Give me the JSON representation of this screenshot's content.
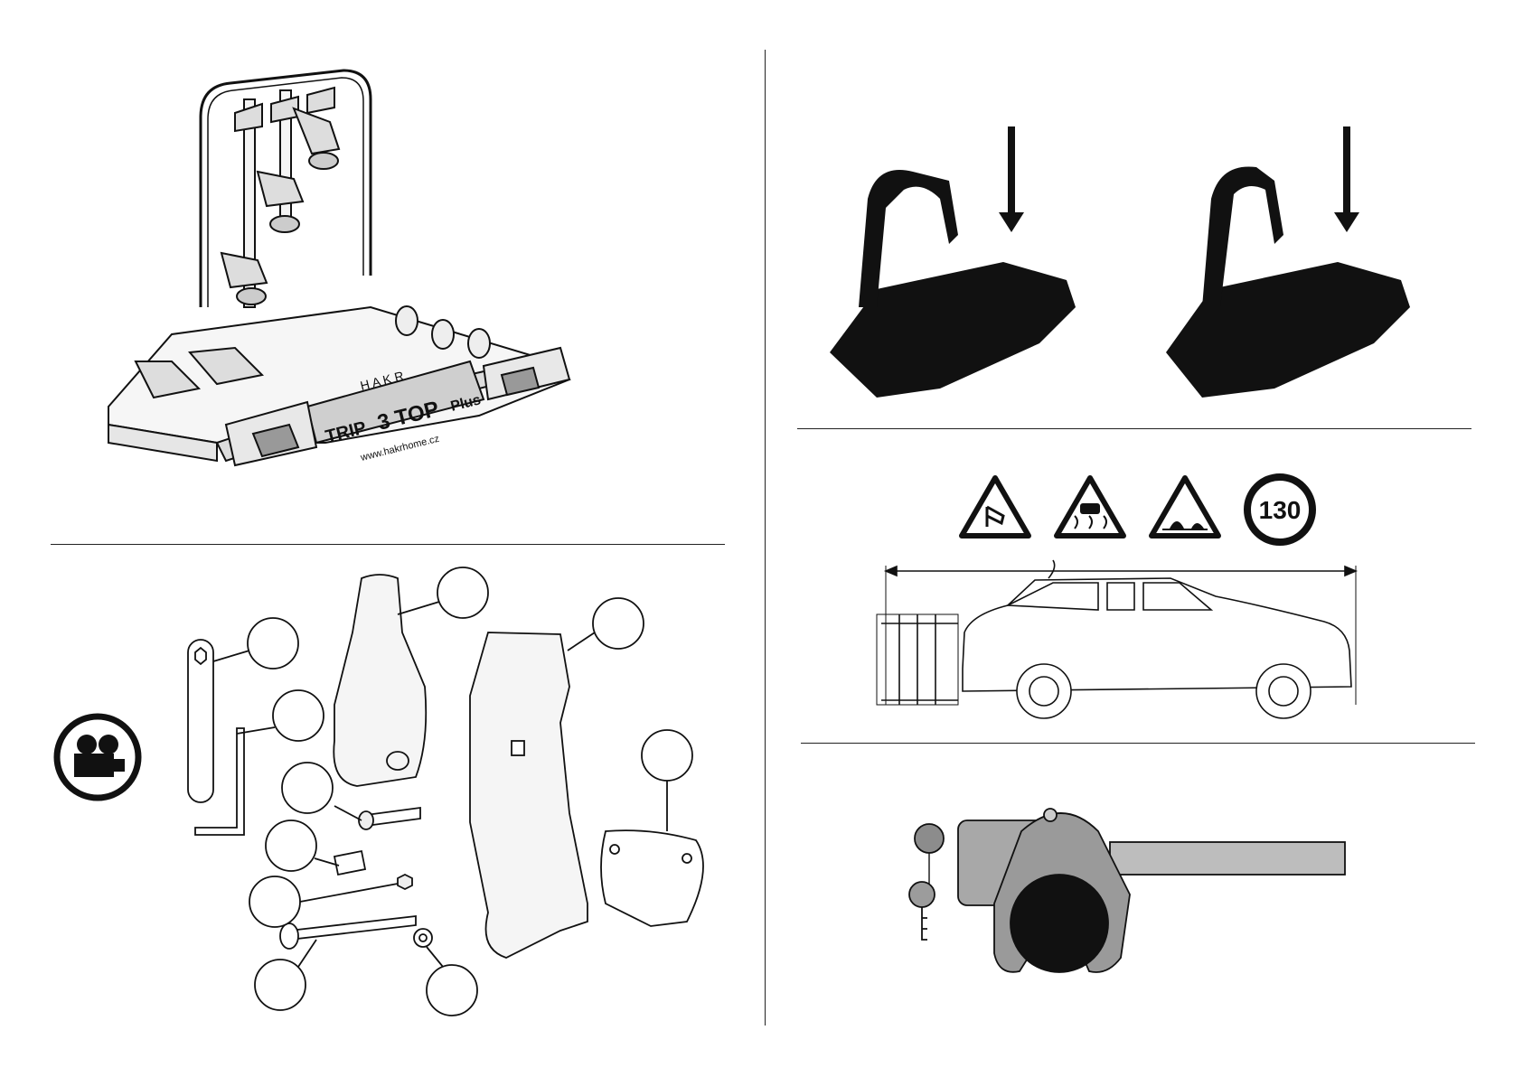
{
  "product": {
    "brand_letters": "H A K R",
    "model_name": "TRIP",
    "model_number": "3 TOP",
    "model_suffix": "Plus",
    "website": "www.hakrhome.cz"
  },
  "road_signs": {
    "speed_limit": "130",
    "icons": [
      "crosswind-warning-icon",
      "slippery-road-warning-icon",
      "uneven-road-warning-icon",
      "speed-limit-icon"
    ]
  },
  "video_icon": "video-camera-icon",
  "parts": [
    "wrench",
    "allen-key",
    "bolt",
    "sleeve",
    "nut",
    "pin",
    "washer",
    "clamp-jaw",
    "side-cover",
    "plate"
  ]
}
